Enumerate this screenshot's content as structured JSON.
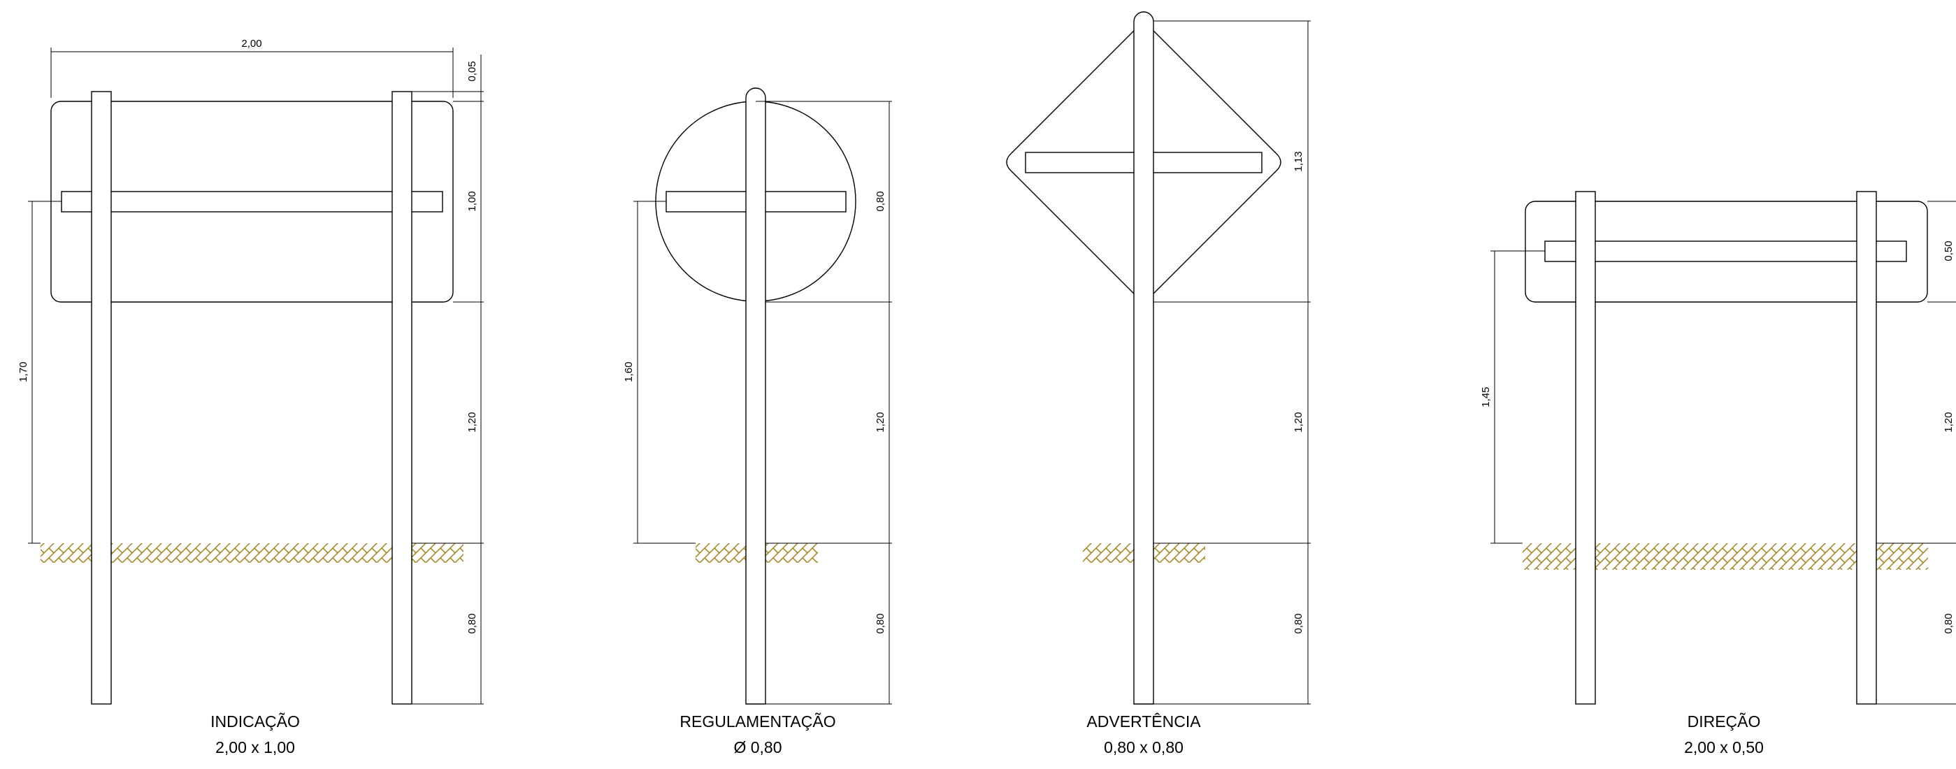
{
  "colors": {
    "line": "#000000",
    "soil": "#a88a2a",
    "background": "#ffffff"
  },
  "signs": [
    {
      "key": "indicacao",
      "title": "INDICAÇÃO",
      "size": "2,00 x 1,00",
      "dims": {
        "width": "2,00",
        "top": "0,05",
        "panel": "1,00",
        "clear": "1,20",
        "buried": "0,80",
        "height": "1,70"
      }
    },
    {
      "key": "regulamentacao",
      "title": "REGULAMENTAÇÃO",
      "size": "Ø 0,80",
      "dims": {
        "panel": "0,80",
        "clear": "1,20",
        "buried": "0,80",
        "height": "1,60"
      }
    },
    {
      "key": "advertencia",
      "title": "ADVERTÊNCIA",
      "size": "0,80 x 0,80",
      "dims": {
        "panel": "1,13",
        "clear": "1,20",
        "buried": "0,80"
      }
    },
    {
      "key": "direcao",
      "title": "DIREÇÃO",
      "size": "2,00 x 0,50",
      "dims": {
        "panel": "0,50",
        "clear": "1,20",
        "buried": "0,80",
        "height": "1,45"
      }
    }
  ]
}
